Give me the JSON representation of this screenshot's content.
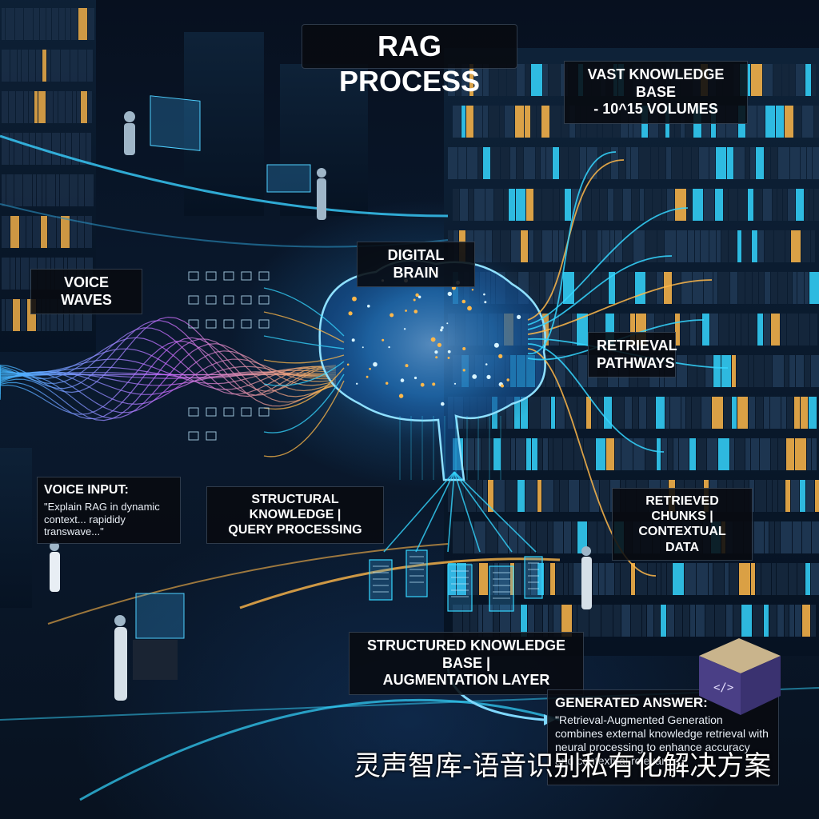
{
  "title": "RAG PROCESS",
  "labels": {
    "vast_knowledge_line1": "VAST KNOWLEDGE BASE",
    "vast_knowledge_line2": "- 10^15 VOLUMES",
    "digital_brain": "DIGITAL BRAIN",
    "voice_waves": "VOICE WAVES",
    "retrieval_pathways_line1": "RETRIEVAL",
    "retrieval_pathways_line2": "PATHWAYS",
    "voice_input_title": "VOICE INPUT:",
    "voice_input_text": "\"Explain RAG in dynamic context... rapididy transwave...\"",
    "structural_line1": "STRUCTURAL KNOWLEDGE |",
    "structural_line2": "QUERY PROCESSING",
    "chunks_line1": "RETRIEVED CHUNKS |",
    "chunks_line2": "CONTEXTUAL DATA",
    "skb_line1": "STRUCTURED KNOWLEDGE BASE |",
    "skb_line2": "AUGMENTATION LAYER",
    "answer_title": "GENERATED ANSWER:",
    "answer_text": "\"Retrieval-Augmented Generation combines external knowledge retrieval with neural processing to enhance accuracy and contextual relevance.\""
  },
  "watermark": "灵声智库-语音识别私有化解决方案",
  "icons": {
    "cube": "code-cube-icon",
    "cube_symbol": "</>"
  },
  "colors": {
    "cyan_glow": "#35d6ff",
    "gold_glow": "#ffb84a",
    "magenta_wave": "#c86bff",
    "label_bg": "#080a10",
    "cube_top": "#c9b48c",
    "cube_side": "#3a3270"
  }
}
